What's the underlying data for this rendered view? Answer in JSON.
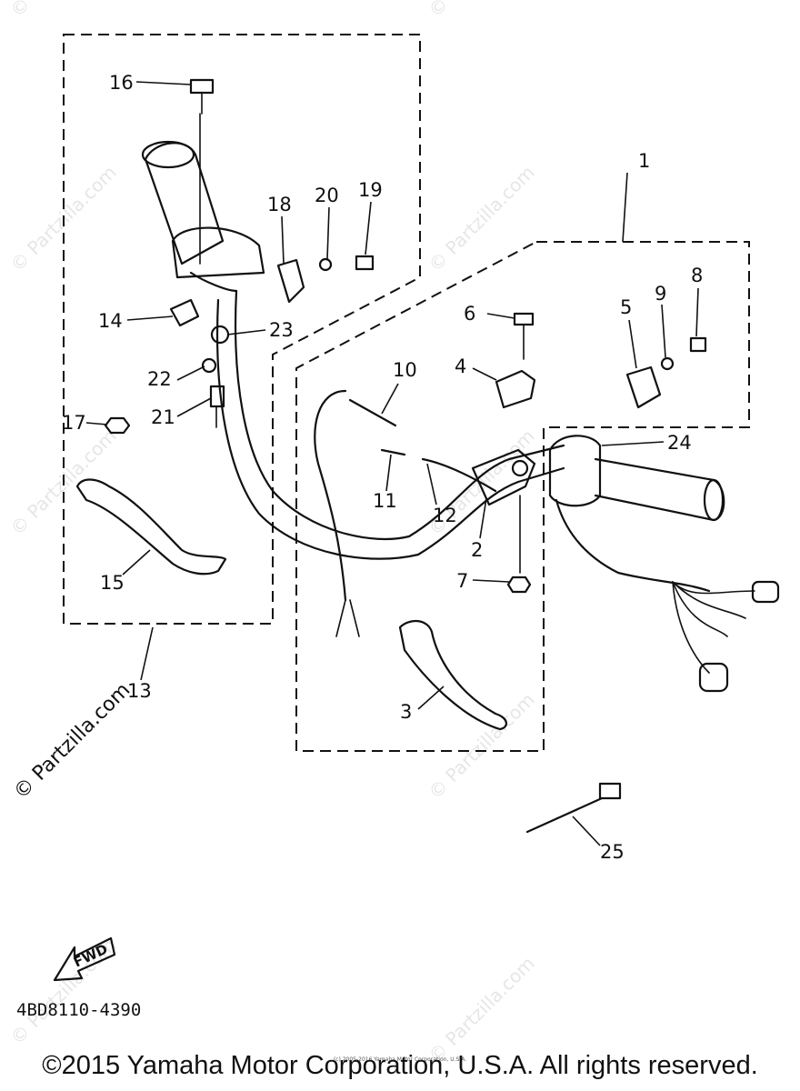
{
  "diagram": {
    "callouts": [
      "1",
      "2",
      "3",
      "4",
      "5",
      "6",
      "7",
      "8",
      "9",
      "10",
      "11",
      "12",
      "13",
      "14",
      "15",
      "16",
      "17",
      "18",
      "19",
      "20",
      "21",
      "22",
      "23",
      "24",
      "25"
    ],
    "part_code": "4BD8110-4390",
    "direction_label": "FWD",
    "watermark": "© Partzilla.com",
    "copyright": "©2015 Yamaha Motor Corporation, U.S.A. All rights reserved.",
    "fine_print": "(c) 2005-2016 Yamaha Motor Corporation, U.S.A."
  }
}
